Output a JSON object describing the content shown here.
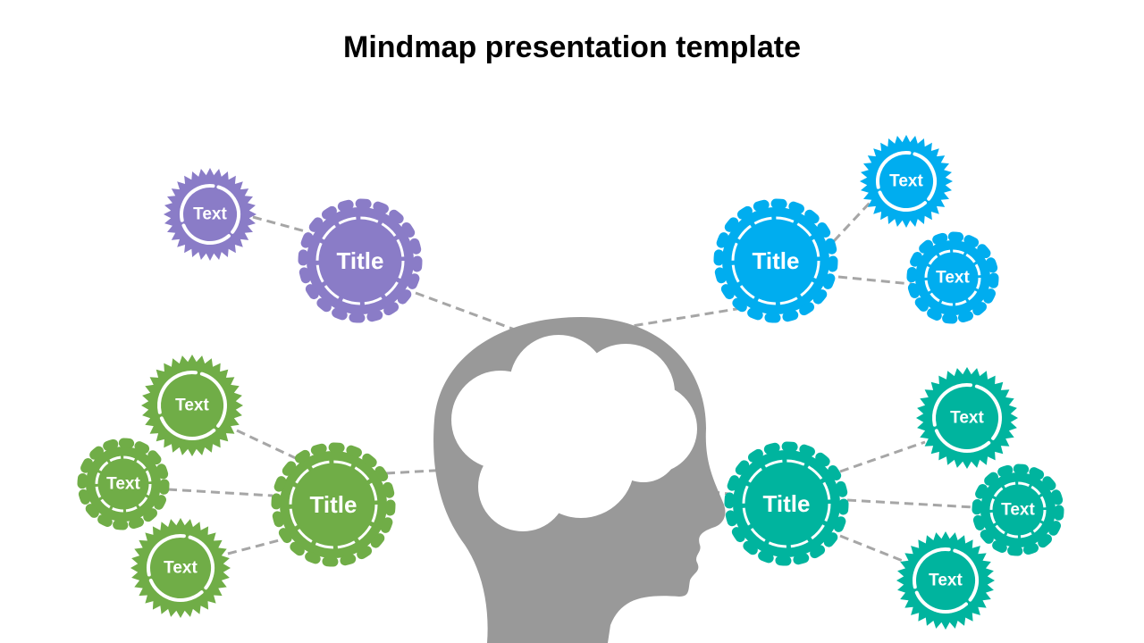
{
  "slide": {
    "title": "Mindmap presentation template"
  },
  "colors": {
    "purple": "#8a7cc7",
    "blue": "#00adef",
    "green": "#70ad47",
    "teal": "#00b49e",
    "head": "#999999",
    "connector": "#a6a6a6"
  },
  "branches": [
    {
      "id": "purple",
      "color": "purple",
      "title": "Title",
      "texts": [
        "Text"
      ]
    },
    {
      "id": "blue",
      "color": "blue",
      "title": "Title",
      "texts": [
        "Text",
        "Text"
      ]
    },
    {
      "id": "green",
      "color": "green",
      "title": "Title",
      "texts": [
        "Text",
        "Text",
        "Text"
      ]
    },
    {
      "id": "teal",
      "color": "teal",
      "title": "Title",
      "texts": [
        "Text",
        "Text",
        "Text"
      ]
    }
  ]
}
